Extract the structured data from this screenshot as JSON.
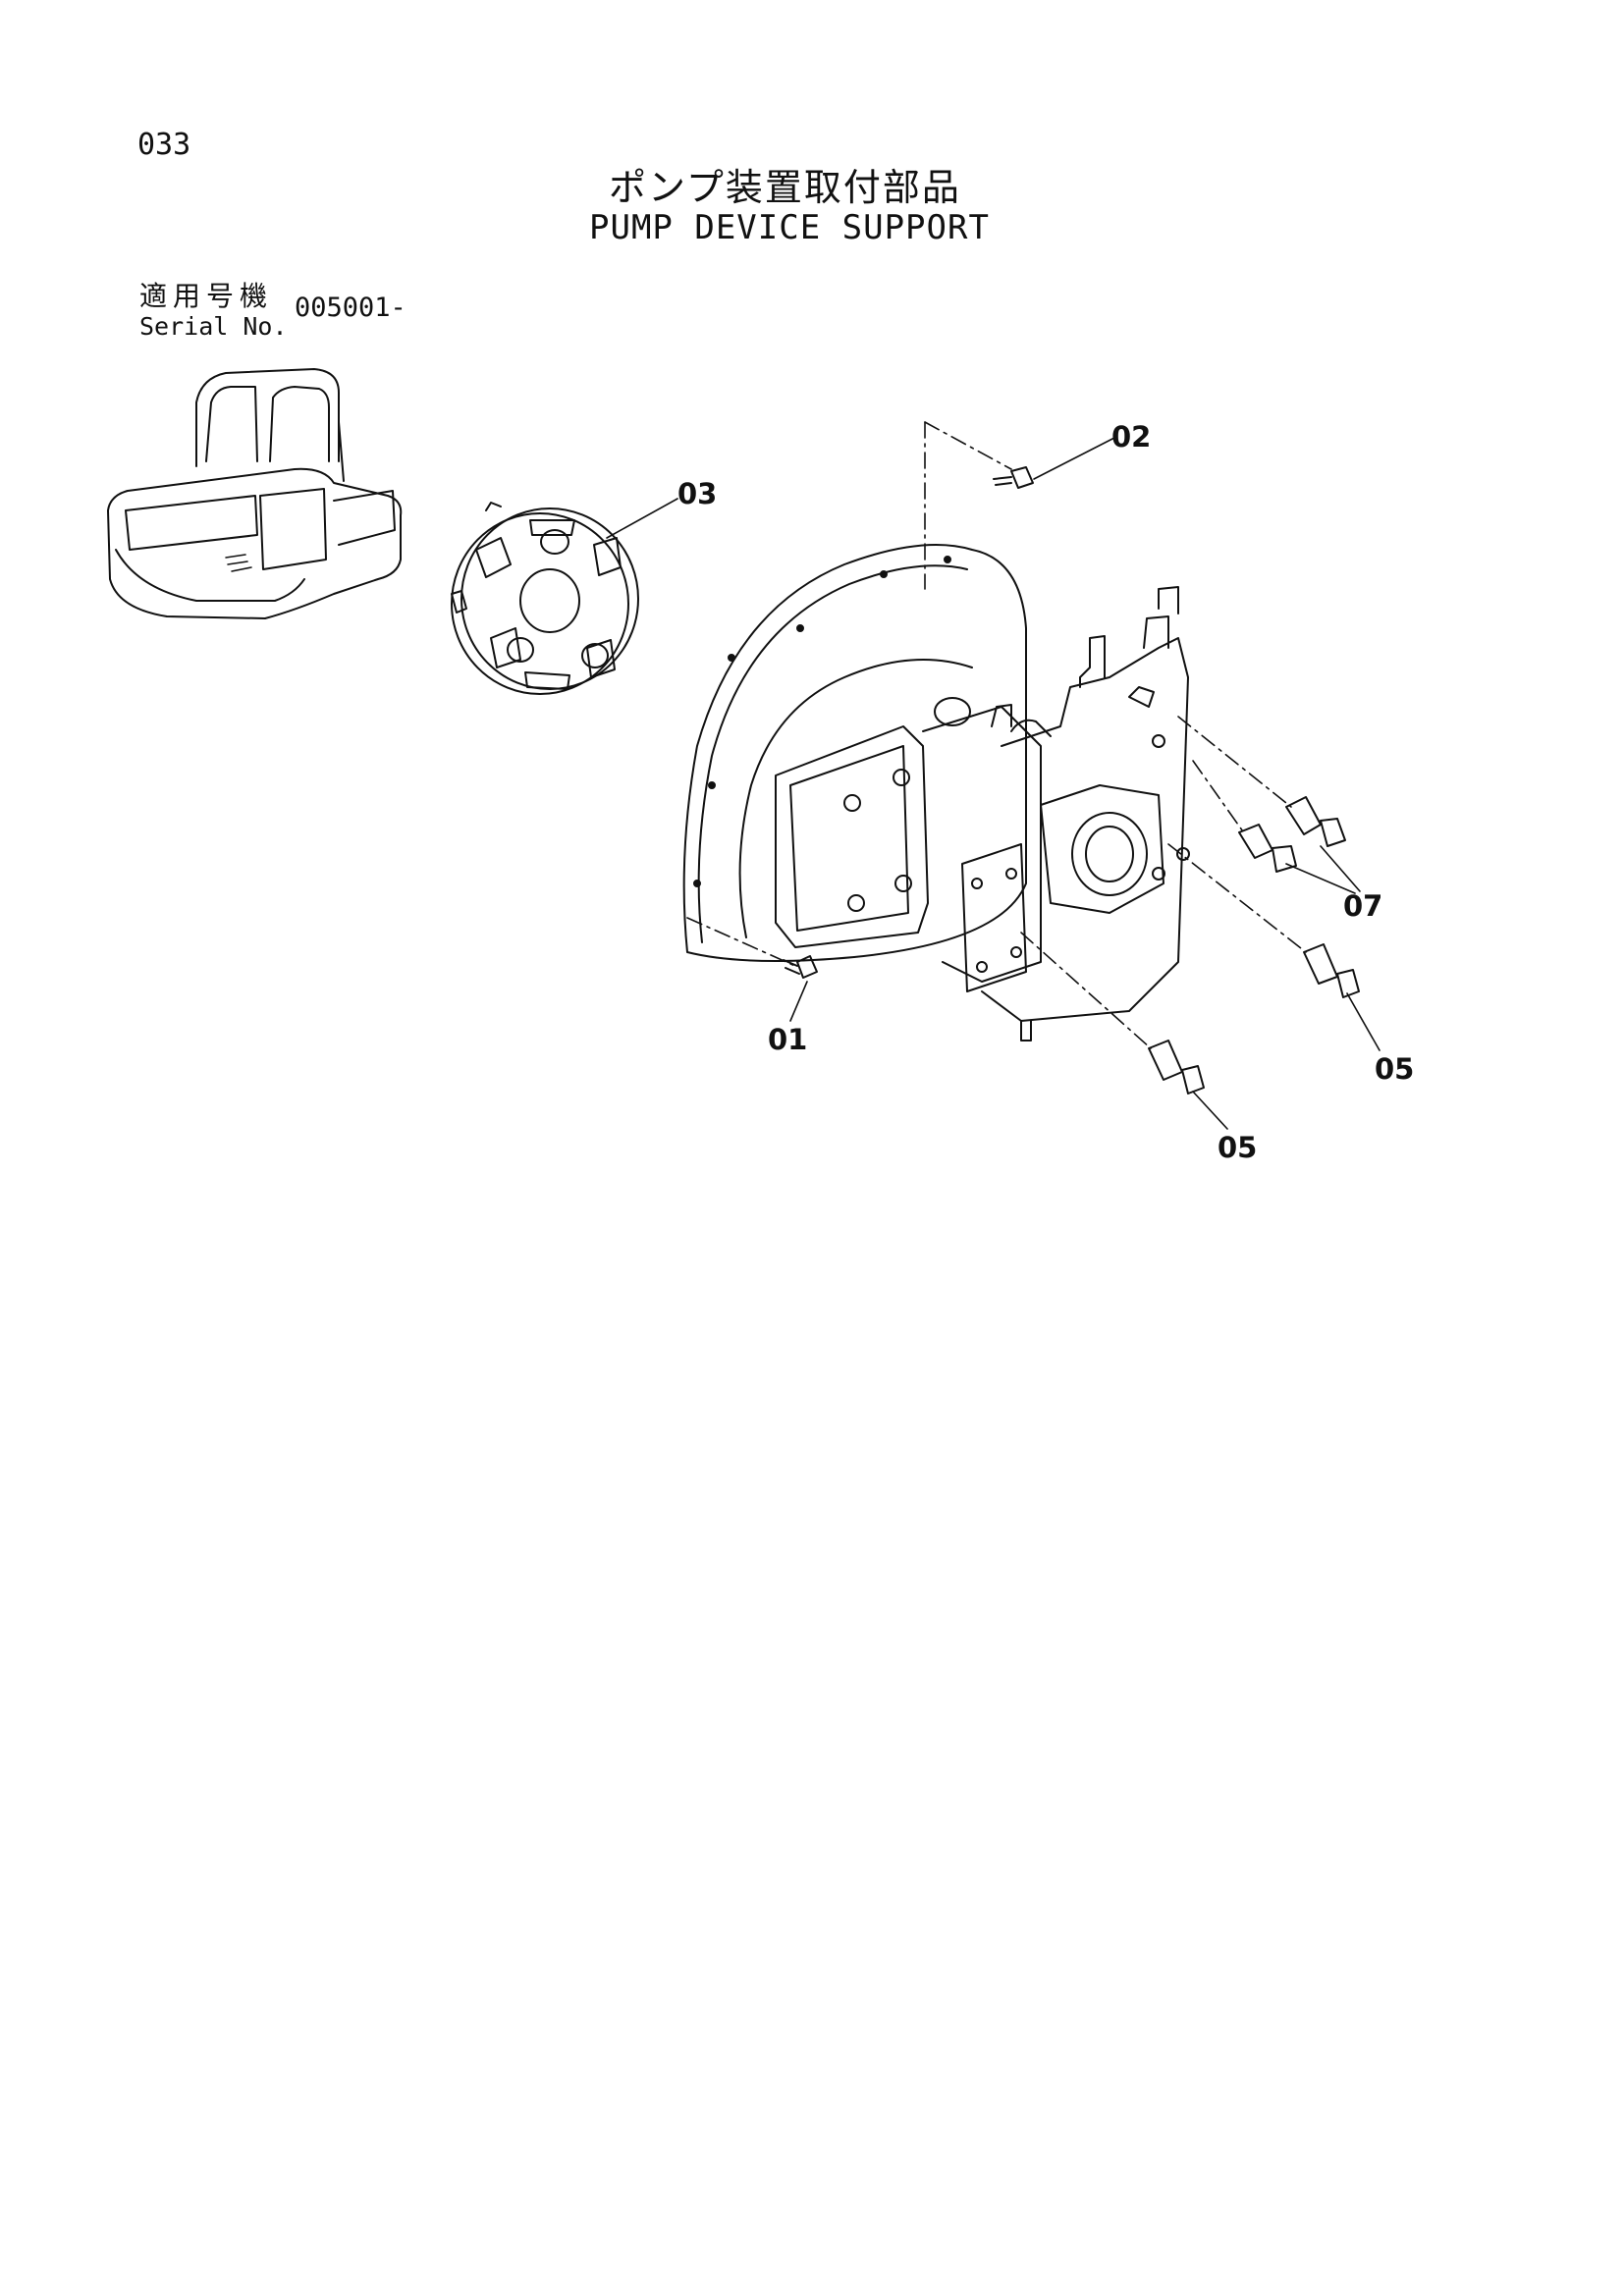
{
  "page_number": "033",
  "title_jp": "ポンプ装置取付部品",
  "title_en": "PUMP DEVICE SUPPORT",
  "serial": {
    "label_jp": "適用号機",
    "label_en": "Serial No.",
    "value": "005001-"
  },
  "callouts": {
    "c01": "01",
    "c02": "02",
    "c03": "03",
    "c05a": "05",
    "c05b": "05",
    "c07": "07"
  },
  "colors": {
    "ink": "#111111",
    "paper": "#ffffff"
  }
}
